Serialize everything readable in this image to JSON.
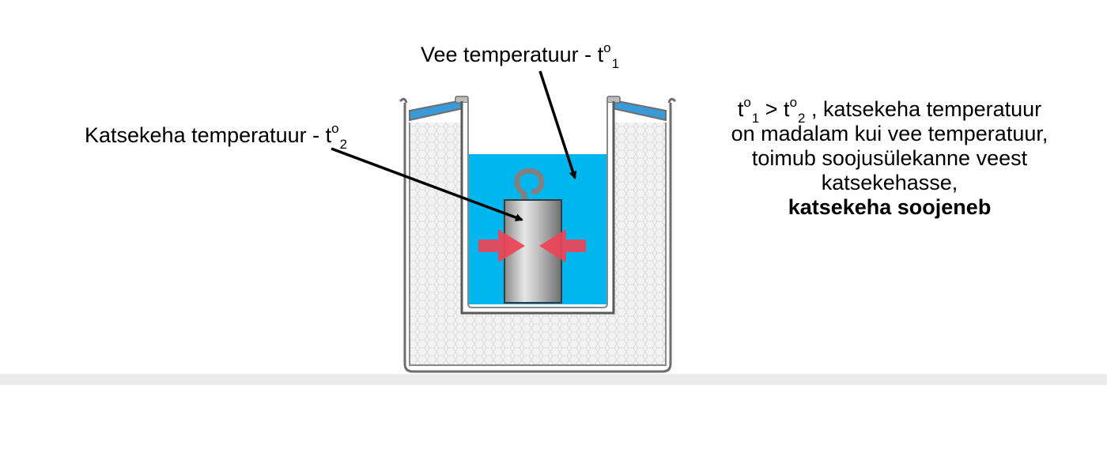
{
  "labels": {
    "water_temp": {
      "text": "Vee temperatuur - t",
      "sup": "o",
      "sub": "1"
    },
    "body_temp": {
      "text": "Katsekeha temperatuur - t",
      "sup": "o",
      "sub": "2"
    }
  },
  "explanation": {
    "relation": {
      "t1": "t",
      "sup1": "o",
      "sub1": "1",
      "op": " > ",
      "t2": "t",
      "sup2": "o",
      "sub2": "2",
      "rest": " , katsekeha temperatuur"
    },
    "line2": "on madalam kui vee temperatuur,",
    "line3": "toimub soojusülekanne veest",
    "line4": "katsekehasse,",
    "conclusion": "katsekeha soojeneb"
  },
  "colors": {
    "water": "#00b6ef",
    "lid_blue": "#3a9ad8",
    "heat_arrow": "#ee4456",
    "metal_light": "#e2e2e2",
    "metal_dark": "#7d7d7d",
    "insulation": "#f2f2f2",
    "wall": "#6e6e6e",
    "floor_strip": "#ebebeb"
  },
  "icons": {
    "test_body": "cylindrical-weight-with-hook",
    "heat_flow": "red-arrows-pointing-inward",
    "container": "insulated-calorimeter"
  }
}
